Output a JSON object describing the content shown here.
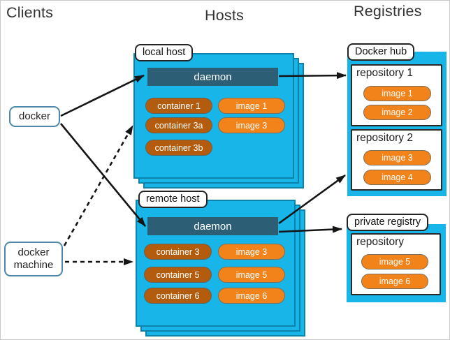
{
  "headings": {
    "clients": "Clients",
    "hosts": "Hosts",
    "registries": "Registries"
  },
  "clients": {
    "docker": {
      "label": "docker"
    },
    "docker_machine": {
      "line1": "docker",
      "line2": "machine"
    }
  },
  "hosts": [
    {
      "tab": "local host",
      "daemon": "daemon",
      "containers": [
        "container 1",
        "container 3a",
        "container 3b"
      ],
      "images": [
        "image 1",
        "image 3"
      ]
    },
    {
      "tab": "remote host",
      "daemon": "daemon",
      "containers": [
        "container 3",
        "container 5",
        "container 6"
      ],
      "images": [
        "image 3",
        "image 5",
        "image 6"
      ]
    }
  ],
  "registries": [
    {
      "tab": "Docker hub",
      "repos": [
        {
          "title": "repository 1",
          "images": [
            "image 1",
            "image 2"
          ]
        },
        {
          "title": "repository 2",
          "images": [
            "image 3",
            "image 4"
          ]
        }
      ]
    },
    {
      "tab": "private registry",
      "repos": [
        {
          "title": "repository",
          "images": [
            "image 5",
            "image 6"
          ]
        }
      ]
    }
  ],
  "edges": [
    {
      "from": "docker",
      "to": "local-host-daemon",
      "style": "solid"
    },
    {
      "from": "docker",
      "to": "remote-host-daemon",
      "style": "solid"
    },
    {
      "from": "docker-machine",
      "to": "local-host",
      "style": "dashed"
    },
    {
      "from": "docker-machine",
      "to": "remote-host",
      "style": "dashed"
    },
    {
      "from": "local-host-daemon",
      "to": "repository-1",
      "style": "solid"
    },
    {
      "from": "remote-host-daemon",
      "to": "repository-2",
      "style": "solid"
    },
    {
      "from": "remote-host-daemon",
      "to": "private-registry",
      "style": "solid"
    }
  ],
  "colors": {
    "host_fill": "#18b5e9",
    "host_border": "#0d83ac",
    "daemon_fill": "#2c5e75",
    "container_fill": "#b45c0e",
    "image_fill": "#f2831b",
    "client_border": "#4d87aa",
    "arrow": "#151515"
  }
}
